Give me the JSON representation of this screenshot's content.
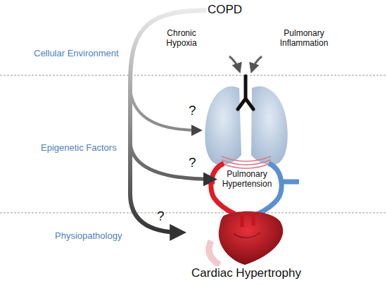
{
  "diagram": {
    "nodes": [
      {
        "text": [
          "COPD"
        ]
      },
      {
        "text": [
          "Pulmonary Hypertension"
        ]
      },
      {
        "text": [
          "Cardiac Hypertrophy"
        ]
      }
    ],
    "edges": [
      {
        "from": 0,
        "to": 1,
        "arrow": "to",
        "label": "?"
      },
      {
        "from": 0,
        "to": 2,
        "arrow": "to",
        "label": "?"
      }
    ],
    "labels": [
      "Cellular Environment",
      "Chronic Hypoxia",
      "Pulmonary Inflammation",
      "Epigenetic Factors",
      "?",
      "Physiopathology"
    ]
  }
}
